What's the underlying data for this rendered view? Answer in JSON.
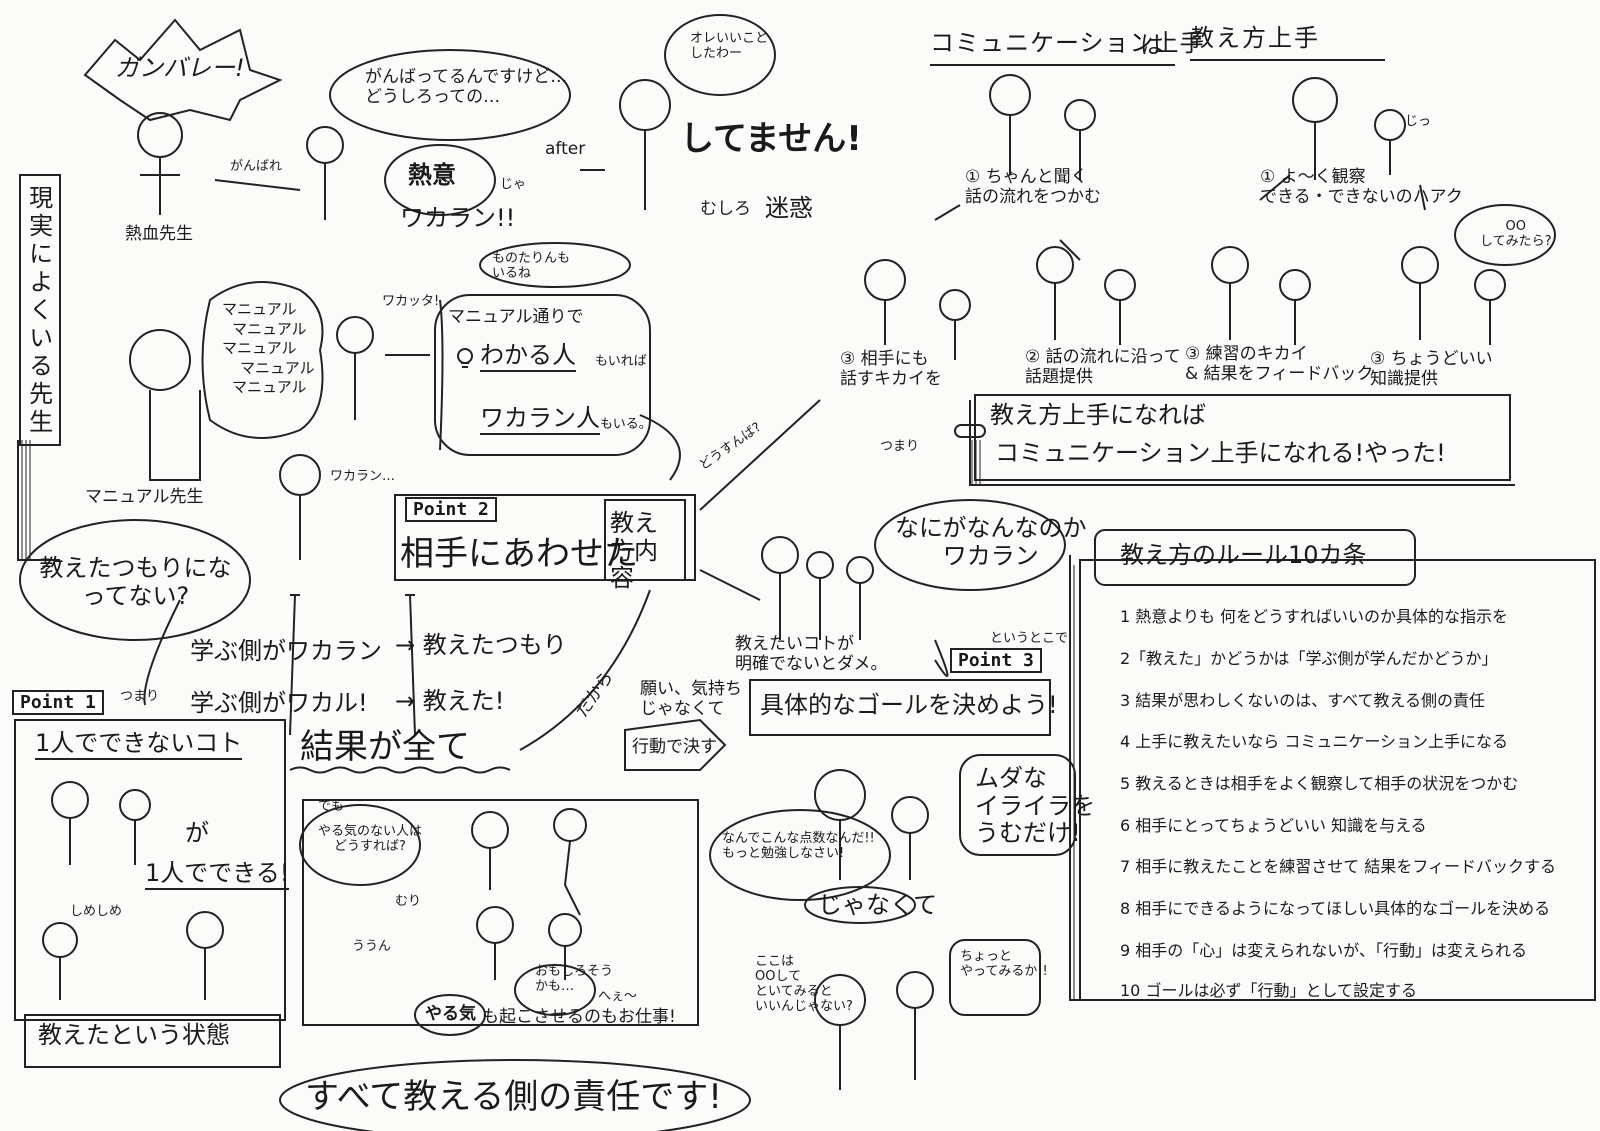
{
  "top_left": {
    "vertical_title": "現実によくいる先生",
    "shout": "ガンバレー!",
    "teacher_label": "熱血先生",
    "ganba_label": "がんばれ",
    "bubble": "がんばってるんですけど…\nどうしろっての…",
    "netsui": "熱意",
    "ja": "じゃ",
    "wakaran": "ワカラン!!",
    "after": "after",
    "after_bubble": "オレいいこと\nしたわー",
    "shitemasen": "してません!",
    "mushiro": "むしろ",
    "meiwaku": "迷惑"
  },
  "manual": {
    "bubble_lines": [
      "マニュアル",
      "マニュアル",
      "マニュアル",
      "マニュアル",
      "マニュアル"
    ],
    "label": "マニュアル先生",
    "monotarin": "ものたりんも\nいるね",
    "wakatta": "ワカッタ!",
    "center_title": "マニュアル通りで",
    "line1": "わかる人",
    "line1_suffix": "もいれば",
    "line2": "ワカラン人",
    "line2_suffix": "もいる。",
    "wakaran_small": "ワカラン…",
    "dousun": "どうすんば?"
  },
  "tsumori": {
    "text": "教えたつもりになってない?"
  },
  "point2": {
    "badge": "Point 2",
    "text": "相手にあわせた",
    "box": "教え方内容"
  },
  "point1": {
    "badge": "Point 1",
    "tsumari": "つまり",
    "row1_a": "学ぶ側がワカラン",
    "row1_b": "→ 教えたつもり",
    "row2_a": "学ぶ側がワカル!",
    "row2_b": "→ 教えた!",
    "result": "結果が全て",
    "dakara": "だから"
  },
  "left_box": {
    "title": "1人でできないコト",
    "ga": "が",
    "can": "1人でできる!",
    "shimeshime": "しめしめ",
    "state": "教えたという状態"
  },
  "middle": {
    "demo": "でも",
    "bubble": "やる気のない人は\nどうすれば?",
    "muri": "むり",
    "uun": "ううん",
    "omoshiro": "おもしろそう\nかも…",
    "heee": "へぇ〜",
    "yaruki": "やる気",
    "oshigoto": "も起こさせるのもお仕事!",
    "big": "すべて教える側の責任です!"
  },
  "onegai": {
    "text": "願い、気持ちじゃなくて",
    "tag": "行動で決す"
  },
  "point3": {
    "badge": "Point 3",
    "bubble": "なにがなんなのか\nワカラン",
    "note": "教えたいコトが\n明確でないとダメ。",
    "tokoro": "というとこで",
    "goal_box": "具体的なゴールを決めよう!"
  },
  "bottom_mid": {
    "angry": "なんでこんな点数なんだ!!\nもっと勉強しなさい!",
    "muda": "ムダな\nイライラを\nうむだけ!",
    "janakute": "じゃなくて",
    "kokowa": "ここは\nOOして\nといてみると\nいいんじゃない?",
    "chotto": "ちょっと\nやってみるか!!"
  },
  "comm": {
    "title_a": "コミュニケーション上手",
    "wa": "は",
    "title_b": "教え方上手",
    "step1a": "① ちゃんと聞く\n話の流れをつかむ",
    "step2a": "② 話の流れに沿って\n話題提供",
    "step3a": "③ 相手にも\n話すキカイを",
    "step1b": "① よ〜く観察\nできる・できないのハアク",
    "step2b": "③ 練習のキカイ\n& 結果をフィードバック",
    "step3b": "③ ちょうどいい\n知識提供",
    "bubble_b": "OO\nしてみたら?",
    "jii": "じっ",
    "tsumari": "つまり",
    "conclusion1": "教え方上手になれば",
    "conclusion2": "コミュニケーション上手になれる!やった!"
  },
  "rules": {
    "title": "教え方のルール10カ条",
    "items": [
      "1 熱意よりも 何をどうすればいいのか具体的な指示を",
      "2「教えた」かどうかは「学ぶ側が学んだかどうか」",
      "3 結果が思わしくないのは、すべて教える側の責任",
      "4 上手に教えたいなら コミュニケーション上手になる",
      "5 教えるときは相手をよく観察して相手の状況をつかむ",
      "6 相手にとってちょうどいい 知識を与える",
      "7 相手に教えたことを練習させて 結果をフィードバックする",
      "8 相手にできるようになってほしい具体的なゴールを決める",
      "9 相手の「心」は変えられないが、「行動」は変えられる",
      "10 ゴールは必ず「行動」として設定する"
    ]
  }
}
